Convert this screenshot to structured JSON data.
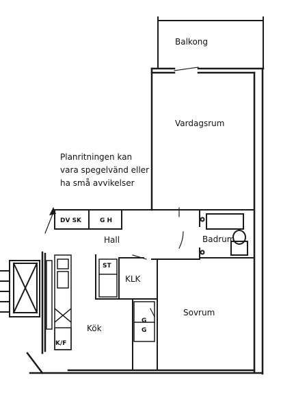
{
  "rooms": {
    "balkong": "Balkong",
    "vardagsrum": "Vardagsrum",
    "hall": "Hall",
    "badrum": "Badrum",
    "klk": "KLK",
    "sovrum": "Sovrum",
    "kok": "Kök"
  },
  "fixtures": {
    "st": "ST",
    "kf": "K/F",
    "g1": "G",
    "g2": "G",
    "dv_sk": "DV SK",
    "gh": "G H"
  },
  "note": {
    "line1": "Planritningen kan",
    "line2": "vara spegelvänd eller",
    "line3": "ha små avvikelser"
  },
  "colors": {
    "ink": "#1a1a1a",
    "background": "#ffffff"
  }
}
